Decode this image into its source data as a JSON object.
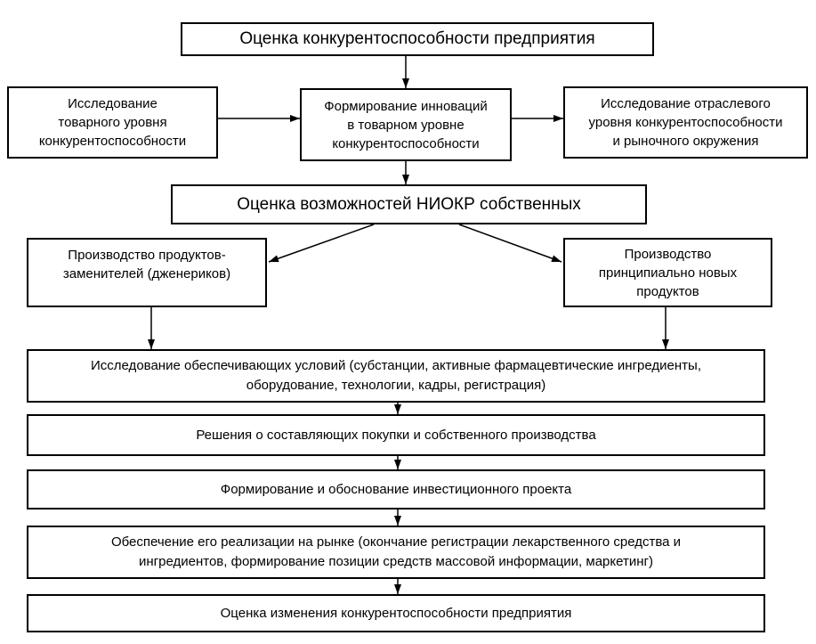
{
  "diagram": {
    "background_color": "#ffffff",
    "border_color": "#000000",
    "text_color": "#000000",
    "boxes": {
      "top": "Оценка конкурентоспособности предприятия",
      "row2_left": [
        "Исследование",
        "товарного уровня",
        "конкурентоспособности"
      ],
      "row2_mid": [
        "Формирование инноваций",
        "в товарном уровне",
        "конкурентоспособности"
      ],
      "row2_right": [
        "Исследование отраслевого",
        "уровня конкурентоспособности",
        "и рыночного окружения"
      ],
      "niokr": "Оценка возможностей НИОКР собственных",
      "row4_left": [
        "Производство продуктов-",
        "заменителей (дженериков)"
      ],
      "row4_right": [
        "Производство",
        "принципиально новых",
        "продуктов"
      ],
      "wide1": [
        "Исследование обеспечивающих условий (субстанции, активные фармацевтические ингредиенты,",
        "оборудование, технологии, кадры, регистрация)"
      ],
      "wide2": "Решения о составляющих покупки и собственного производства",
      "wide3": "Формирование и обоснование инвестиционного проекта",
      "wide4": [
        "Обеспечение его реализации на рынке (окончание регистрации лекарственного средства и",
        "ингредиентов, формирование позиции средств массовой информации, маркетинг)"
      ],
      "wide5": "Оценка изменения конкурентоспособности предприятия"
    }
  }
}
